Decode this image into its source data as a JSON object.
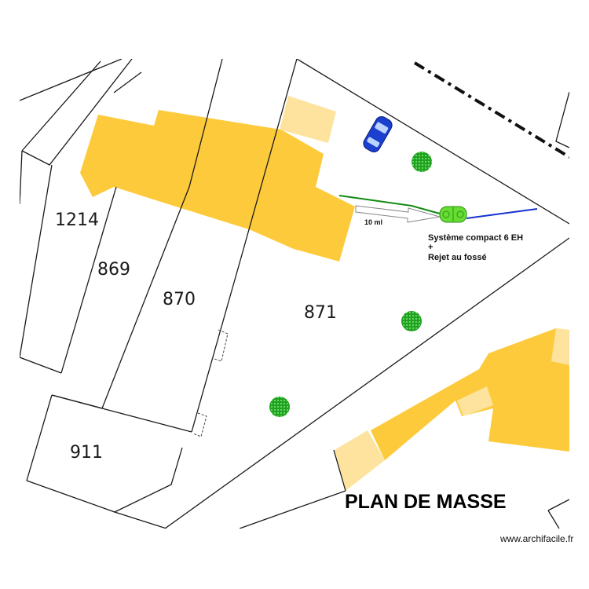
{
  "colors": {
    "building": "#fdca3b",
    "building_light": "#fde39e",
    "boundary": "#1a1a1a",
    "tree": "#1fa31f",
    "supply_pipe": "#138a13",
    "discharge_pipe": "#1433cc",
    "treatment_unit": "#66dd33",
    "car": "#1b3fcf"
  },
  "parcels": {
    "p1214": "1214",
    "p869": "869",
    "p870": "870",
    "p871": "871",
    "p911": "911"
  },
  "annotations": {
    "distance": "10 ml",
    "system_line1": "Système compact 6 EH",
    "system_line2": "+",
    "system_line3": "Rejet au fossé"
  },
  "title": "PLAN DE MASSE",
  "credit": "www.archifacile.fr",
  "icons": {
    "car": "car-icon",
    "tree": "tree-icon",
    "treatment_unit": "septic-tank-icon"
  }
}
